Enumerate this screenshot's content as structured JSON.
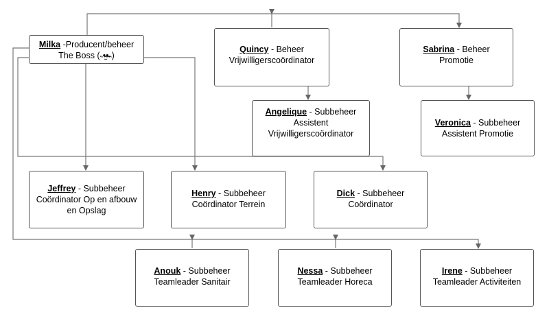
{
  "nodes": {
    "milka": {
      "name": "Milka",
      "sep": " -",
      "role": "Producent/beheer",
      "line2": "The Boss (˵•̴̫•̴˵)",
      "line3": ""
    },
    "quincy": {
      "name": "Quincy",
      "sep": " - ",
      "role": "Beheer",
      "line2": "Vrijwilligerscoördinator",
      "line3": ""
    },
    "sabrina": {
      "name": "Sabrina",
      "sep": " - ",
      "role": "Beheer",
      "line2": "Promotie",
      "line3": ""
    },
    "angelique": {
      "name": "Angelique",
      "sep": " - ",
      "role": "Subbeheer",
      "line2": "Assistent",
      "line3": "Vrijwilligerscoördinator"
    },
    "veronica": {
      "name": "Veronica",
      "sep": " - ",
      "role": "Subbeheer",
      "line2": "Assistent Promotie",
      "line3": ""
    },
    "jeffrey": {
      "name": "Jeffrey",
      "sep": " - ",
      "role": "Subbeheer",
      "line2": "Coördinator Op en afbouw",
      "line3": "en Opslag"
    },
    "henry": {
      "name": "Henry",
      "sep": " - ",
      "role": "Subbeheer",
      "line2": "Coördinator Terrein",
      "line3": ""
    },
    "dick": {
      "name": "Dick",
      "sep": " - ",
      "role": "Subbeheer",
      "line2": "Coördinator",
      "line3": ""
    },
    "anouk": {
      "name": "Anouk",
      "sep": " - ",
      "role": "Subbeheer",
      "line2": "Teamleader Sanitair",
      "line3": ""
    },
    "nessa": {
      "name": "Nessa",
      "sep": " - ",
      "role": "Subbeheer",
      "line2": "Teamleader Horeca",
      "line3": ""
    },
    "irene": {
      "name": "Irene",
      "sep": " - ",
      "role": "Subbeheer",
      "line2": "Teamleader Activiteiten",
      "line3": ""
    }
  },
  "colors": {
    "border": "#555555",
    "line": "#666666"
  }
}
